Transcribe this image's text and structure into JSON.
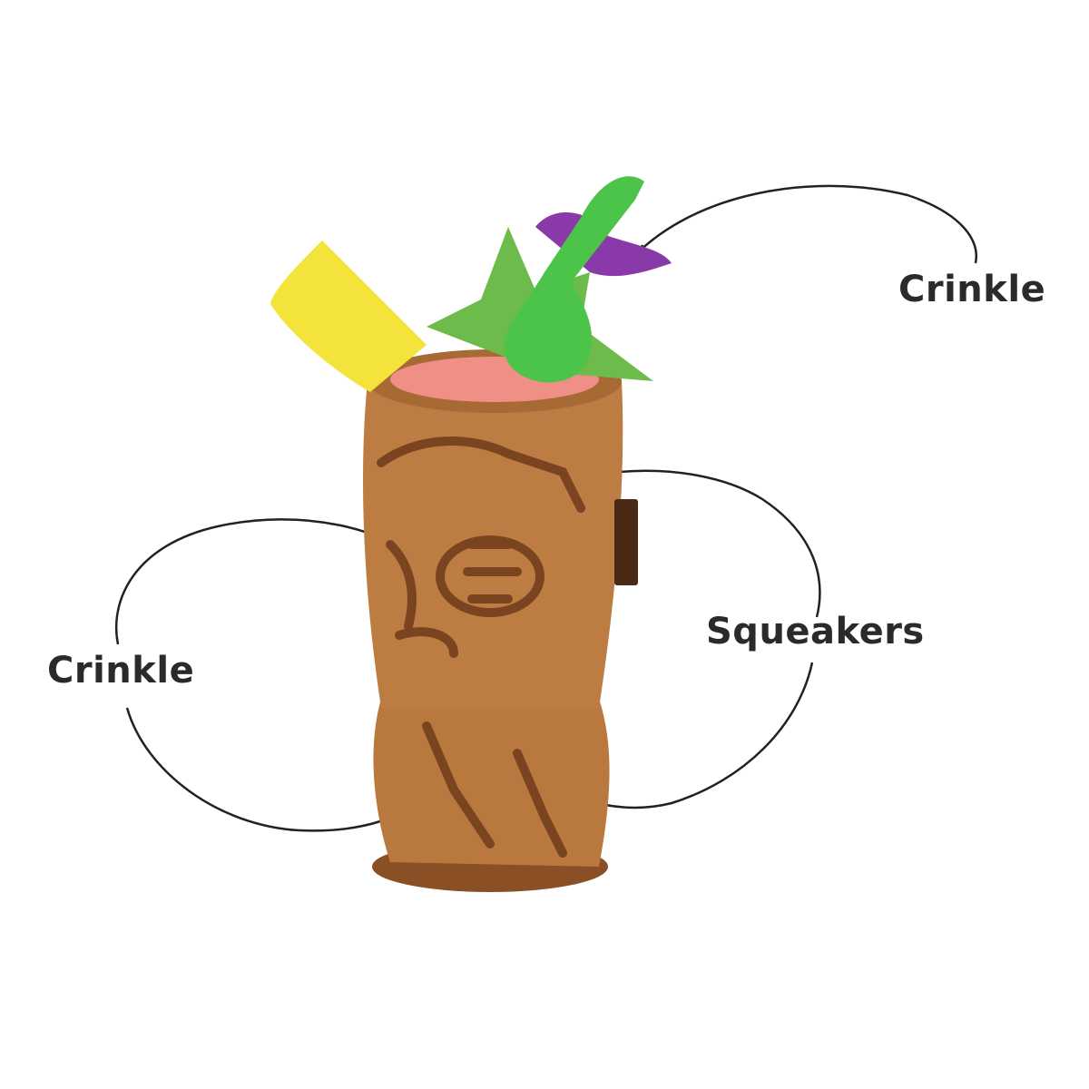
{
  "product": {
    "features": [
      {
        "id": "top",
        "label": "Crinkle"
      },
      {
        "id": "middle",
        "label": "Squeakers"
      },
      {
        "id": "left",
        "label": "Crinkle"
      }
    ],
    "colors": {
      "body": "#b9783e",
      "body_dark": "#7a4420",
      "straw": "#4cc44a",
      "pineapple": "#f3e33a",
      "leaf": "#6dbb4a",
      "flower": "#8a3aa8",
      "foam": "#f08f86"
    }
  }
}
